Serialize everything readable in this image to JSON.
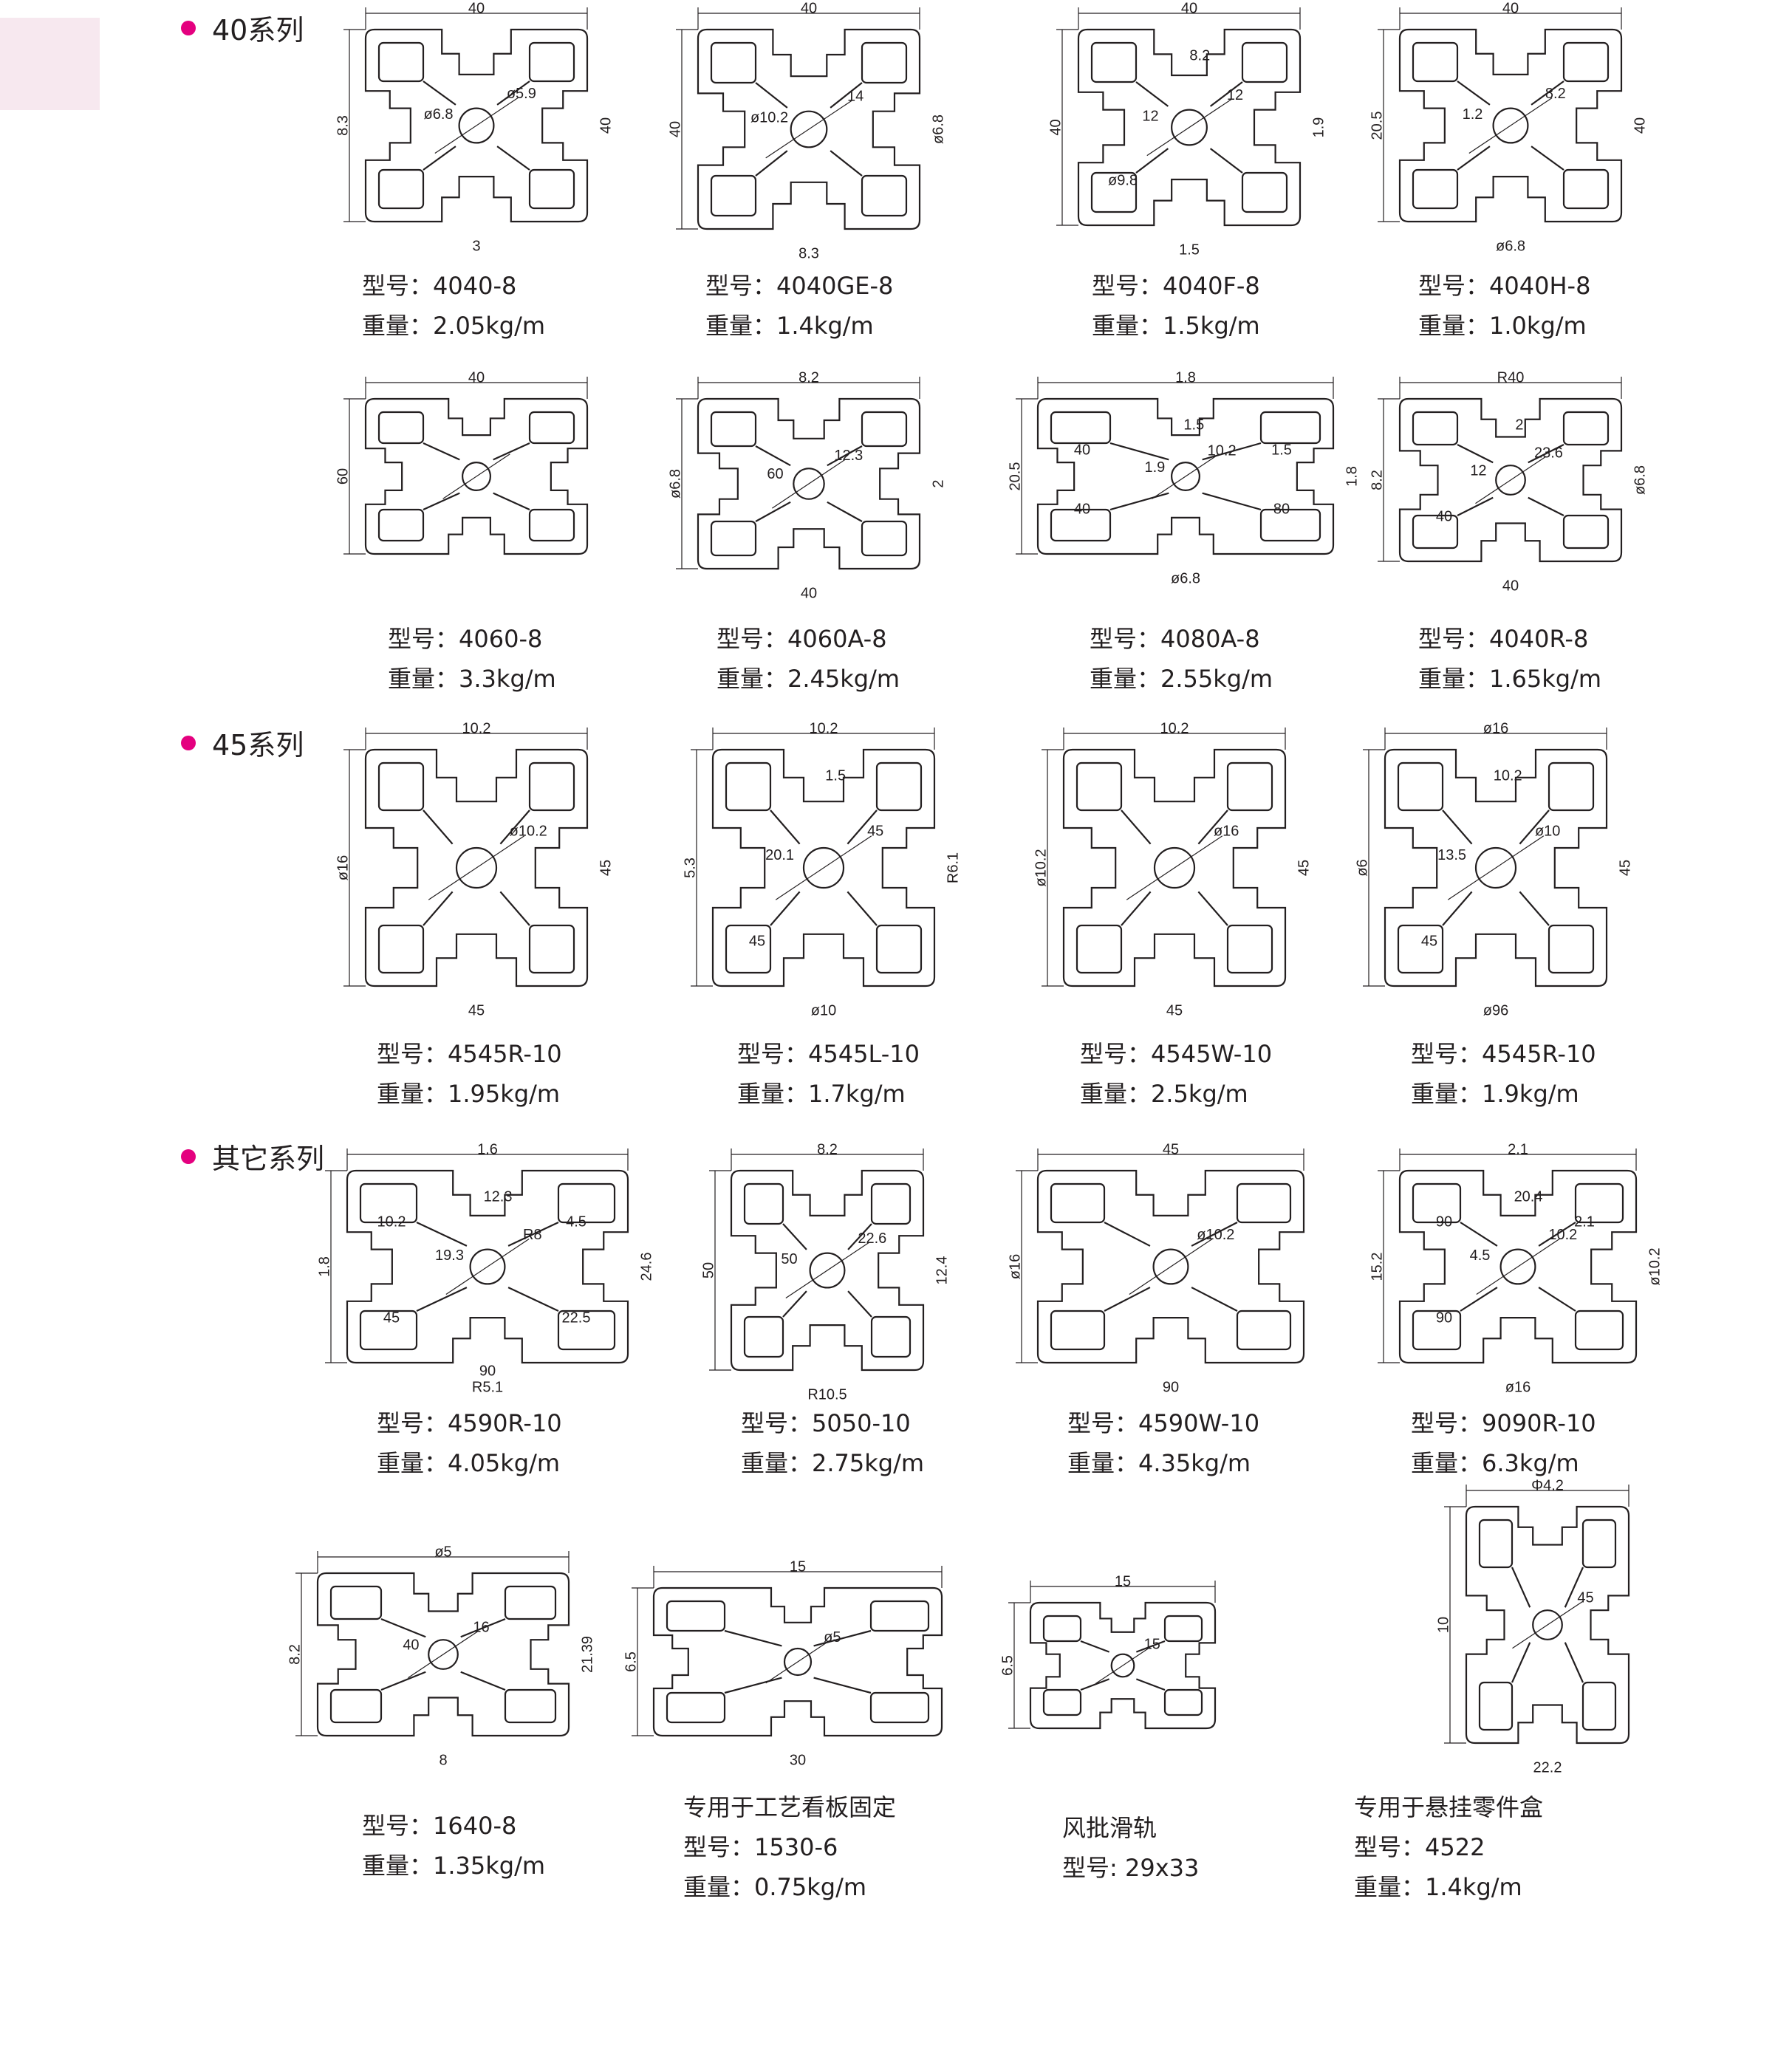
{
  "page": {
    "accent": "#e4007f",
    "corner_color": "#f7e8ef"
  },
  "series": [
    {
      "title": "40系列"
    },
    {
      "title": "45系列"
    },
    {
      "title": "其它系列"
    }
  ],
  "products": [
    {
      "model_label": "型号：",
      "model": "4040-8",
      "weight_label": "重量：",
      "weight": "2.05kg/m",
      "dims": [
        "40",
        "8.3",
        "ø5.9",
        "3",
        "40",
        "ø6.8"
      ]
    },
    {
      "model_label": "型号：",
      "model": "4040GE-8",
      "weight_label": "重量：",
      "weight": "1.4kg/m",
      "dims": [
        "40",
        "40",
        "14",
        "8.3",
        "ø6.8",
        "ø10.2"
      ]
    },
    {
      "model_label": "型号：",
      "model": "4040F-8",
      "weight_label": "重量：",
      "weight": "1.5kg/m",
      "dims": [
        "40",
        "40",
        "12",
        "1.5",
        "1.9",
        "12",
        "8.2",
        "ø9.8"
      ]
    },
    {
      "model_label": "型号：",
      "model": "4040H-8",
      "weight_label": "重量：",
      "weight": "1.0kg/m",
      "dims": [
        "40",
        "20.5",
        "8.2",
        "ø6.8",
        "40",
        "1.2"
      ]
    },
    {
      "model_label": "型号：",
      "model": "4060-8",
      "weight_label": "重量：",
      "weight": "3.3kg/m",
      "dims": [
        "40",
        "60"
      ]
    },
    {
      "model_label": "型号：",
      "model": "4060A-8",
      "weight_label": "重量：",
      "weight": "2.45kg/m",
      "dims": [
        "8.2",
        "ø6.8",
        "12.3",
        "40",
        "2",
        "60"
      ]
    },
    {
      "model_label": "型号：",
      "model": "4080A-8",
      "weight_label": "重量：",
      "weight": "2.55kg/m",
      "dims": [
        "1.8",
        "20.5",
        "10.2",
        "ø6.8",
        "1.8",
        "1.9",
        "1.5",
        "40",
        "1.5",
        "40",
        "80"
      ]
    },
    {
      "model_label": "型号：",
      "model": "4040R-8",
      "weight_label": "重量：",
      "weight": "1.65kg/m",
      "dims": [
        "R40",
        "8.2",
        "23.6",
        "40",
        "ø6.8",
        "12",
        "2",
        "40"
      ]
    },
    {
      "model_label": "型号：",
      "model": "4545R-10",
      "weight_label": "重量：",
      "weight": "1.95kg/m",
      "dims": [
        "10.2",
        "ø16",
        "ø10.2",
        "45",
        "45"
      ]
    },
    {
      "model_label": "型号：",
      "model": "4545L-10",
      "weight_label": "重量：",
      "weight": "1.7kg/m",
      "dims": [
        "10.2",
        "5.3",
        "45",
        "ø10",
        "R6.1",
        "20.1",
        "1.5",
        "45"
      ]
    },
    {
      "model_label": "型号：",
      "model": "4545W-10",
      "weight_label": "重量：",
      "weight": "2.5kg/m",
      "dims": [
        "10.2",
        "ø10.2",
        "ø16",
        "45",
        "45"
      ]
    },
    {
      "model_label": "型号：",
      "model": "4545R-10",
      "weight_label": "重量：",
      "weight": "1.9kg/m",
      "dims": [
        "ø16",
        "ø6",
        "ø10",
        "ø96",
        "45",
        "13.5",
        "10.2",
        "45"
      ]
    },
    {
      "model_label": "型号：",
      "model": "4590R-10",
      "weight_label": "重量：",
      "weight": "4.05kg/m",
      "dims": [
        "1.6",
        "1.8",
        "R8",
        "R5.1",
        "24.6",
        "19.3",
        "12.3",
        "45",
        "4.5",
        "10.2",
        "22.5",
        "90"
      ]
    },
    {
      "model_label": "型号：",
      "model": "5050-10",
      "weight_label": "重量：",
      "weight": "2.75kg/m",
      "dims": [
        "8.2",
        "50",
        "22.6",
        "R10.5",
        "12.4",
        "50"
      ]
    },
    {
      "model_label": "型号：",
      "model": "4590W-10",
      "weight_label": "重量：",
      "weight": "4.35kg/m",
      "dims": [
        "45",
        "ø16",
        "ø10.2",
        "90"
      ]
    },
    {
      "model_label": "型号：",
      "model": "9090R-10",
      "weight_label": "重量：",
      "weight": "6.3kg/m",
      "dims": [
        "2.1",
        "15.2",
        "10.2",
        "ø16",
        "ø10.2",
        "4.5",
        "20.4",
        "90",
        "2.1",
        "90"
      ]
    },
    {
      "model_label": "型号：",
      "model": "1640-8",
      "weight_label": "重量：",
      "weight": "1.35kg/m",
      "dims": [
        "ø5",
        "8.2",
        "16",
        "8",
        "21.39",
        "40"
      ]
    },
    {
      "note": "专用于工艺看板固定",
      "model_label": "型号：",
      "model": "1530-6",
      "weight_label": "重量：",
      "weight": "0.75kg/m",
      "dims": [
        "15",
        "6.5",
        "ø5",
        "30"
      ]
    },
    {
      "note": "风批滑轨",
      "model_label": "型号: ",
      "model": "29x33",
      "dims": [
        "15",
        "6.5",
        "15"
      ]
    },
    {
      "note": "专用于悬挂零件盒",
      "model_label": "型号：",
      "model": "4522",
      "weight_label": "重量：",
      "weight": "1.4kg/m",
      "dims": [
        "Φ4.2",
        "10",
        "45",
        "22.2"
      ]
    }
  ]
}
